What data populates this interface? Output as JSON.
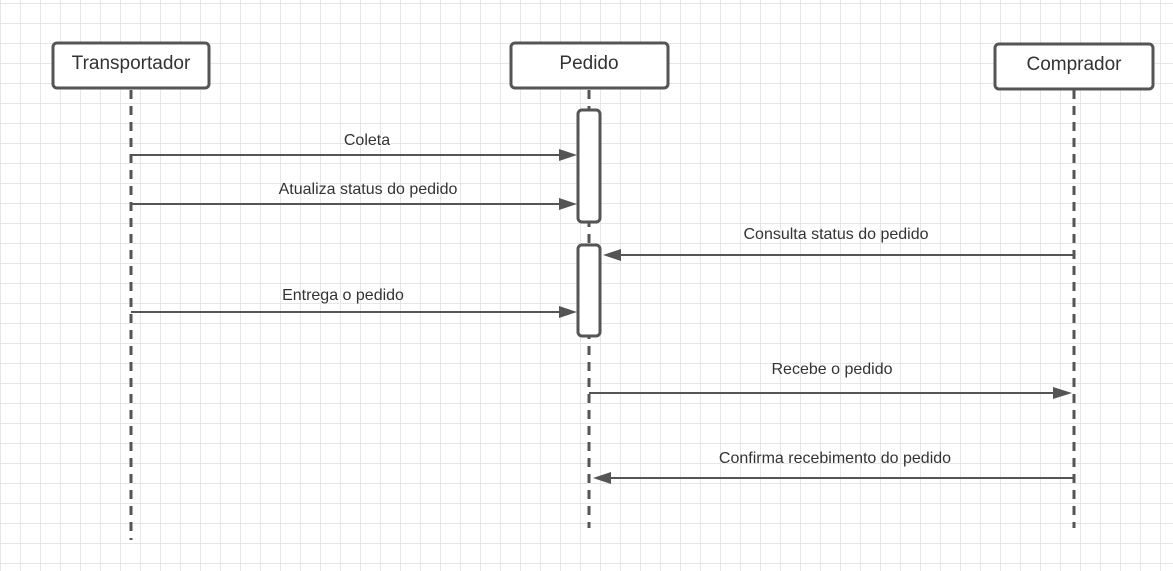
{
  "participants": [
    {
      "id": "transportador",
      "label": "Transportador"
    },
    {
      "id": "pedido",
      "label": "Pedido"
    },
    {
      "id": "comprador",
      "label": "Comprador"
    }
  ],
  "messages": [
    {
      "id": "m1",
      "from": "transportador",
      "to": "pedido",
      "label": "Coleta"
    },
    {
      "id": "m2",
      "from": "transportador",
      "to": "pedido",
      "label": "Atualiza status do pedido"
    },
    {
      "id": "m3",
      "from": "comprador",
      "to": "pedido",
      "label": "Consulta status do pedido"
    },
    {
      "id": "m4",
      "from": "transportador",
      "to": "pedido",
      "label": "Entrega o pedido"
    },
    {
      "id": "m5",
      "from": "pedido",
      "to": "comprador",
      "label": "Recebe o pedido"
    },
    {
      "id": "m6",
      "from": "comprador",
      "to": "pedido",
      "label": "Confirma recebimento do pedido"
    }
  ],
  "colors": {
    "stroke": "#555555",
    "text": "#333333",
    "grid": "#e6e6e6"
  }
}
